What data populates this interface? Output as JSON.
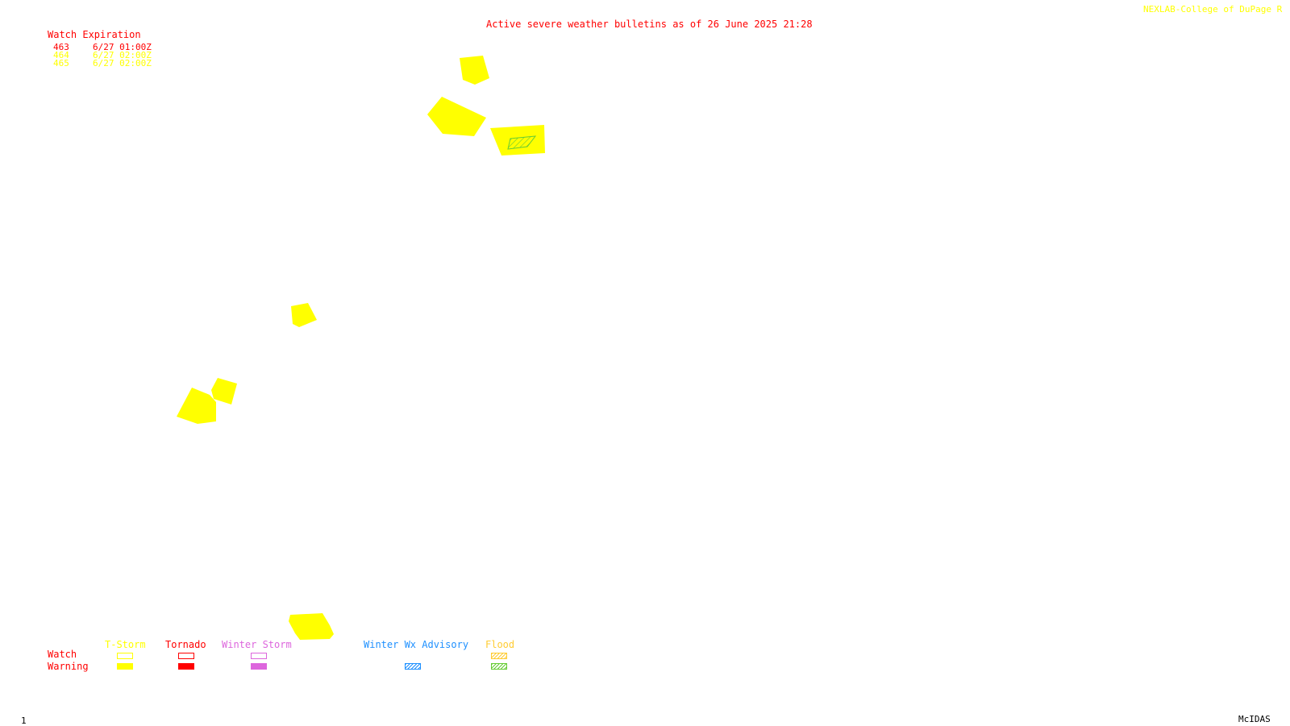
{
  "header": {
    "title": "Active severe weather bulletins as of 26 June 2025 21:28",
    "credit": "NEXLAB-College of DuPage R"
  },
  "watch_table": {
    "heading": "Watch Expiration",
    "rows": [
      {
        "id": "463",
        "expires": "6/27 01:00Z",
        "color": "#ff0000"
      },
      {
        "id": "464",
        "expires": "6/27 02:00Z",
        "color": "#ffff00"
      },
      {
        "id": "465",
        "expires": "6/27 02:00Z",
        "color": "#ffff00"
      }
    ]
  },
  "legend": {
    "row_labels": {
      "watch": "Watch",
      "warning": "Warning"
    },
    "columns": [
      {
        "label": "T-Storm",
        "color": "#ffff00",
        "watch_style": "outline",
        "warning_style": "solid"
      },
      {
        "label": "Tornado",
        "color": "#ff0000",
        "watch_style": "outline",
        "warning_style": "solid"
      },
      {
        "label": "Winter Storm",
        "color": "#dd66dd",
        "watch_style": "outline",
        "warning_style": "solid"
      },
      {
        "label": "Winter Wx Advisory",
        "color": "#1e90ff",
        "watch_style": "none",
        "warning_style": "hatched"
      },
      {
        "label": "Flood",
        "color": "#ffcc33",
        "warning_color": "#66cc33",
        "watch_style": "hatched",
        "warning_style": "hatched"
      }
    ]
  },
  "map": {
    "warning_polygons": [
      {
        "type": "T-Storm Warning",
        "color": "#ffff00"
      },
      {
        "type": "T-Storm Warning",
        "color": "#ffff00"
      },
      {
        "type": "T-Storm Warning",
        "color": "#ffff00"
      },
      {
        "type": "T-Storm Warning",
        "color": "#ffff00"
      },
      {
        "type": "T-Storm Warning",
        "color": "#ffff00"
      },
      {
        "type": "T-Storm Warning",
        "color": "#ffff00"
      },
      {
        "type": "T-Storm Warning",
        "color": "#ffff00"
      }
    ],
    "flood_warning": {
      "type": "Flood Warning",
      "color": "#66cc33"
    }
  },
  "footer": {
    "frame_number": "1",
    "software": "McIDAS"
  }
}
